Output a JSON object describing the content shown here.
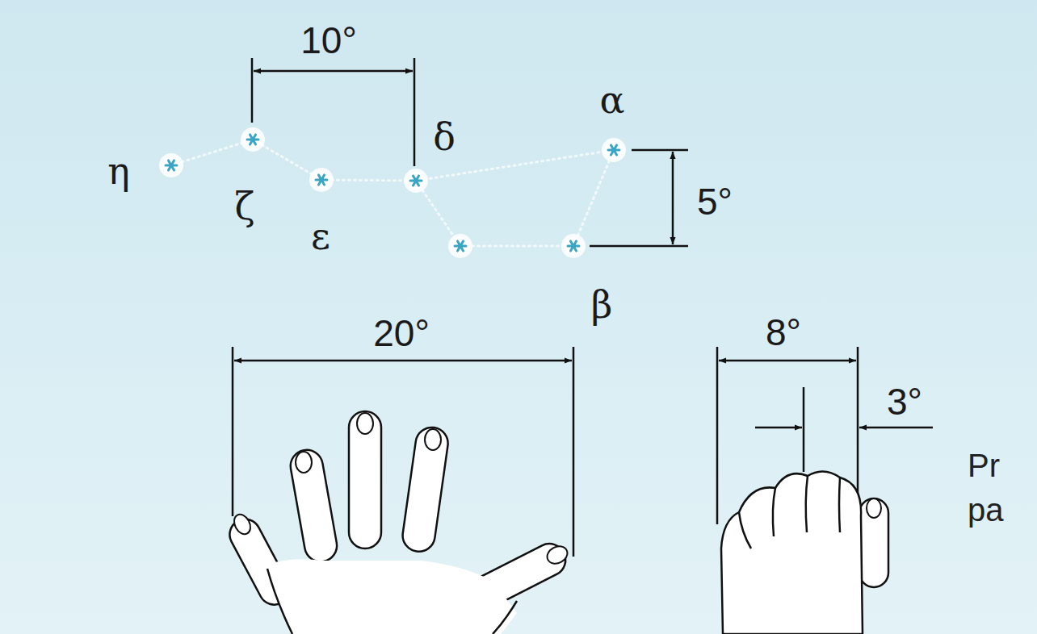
{
  "diagram": {
    "labels": [
      "η",
      "ζ",
      "ε",
      "δ",
      "α",
      "β",
      "10°",
      "5°",
      "20°",
      "8°",
      "3°",
      "Pr",
      "pa"
    ]
  }
}
